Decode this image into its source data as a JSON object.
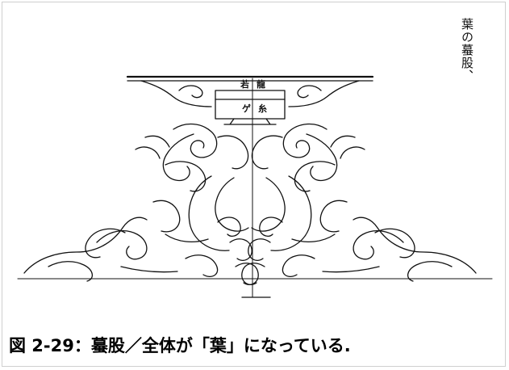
{
  "drawing": {
    "vertical_title": "葉の蟇股、",
    "subject": "kaerumata carving"
  },
  "caption": {
    "text": "図 2-29：蟇股／全体が「葉」になっている."
  }
}
